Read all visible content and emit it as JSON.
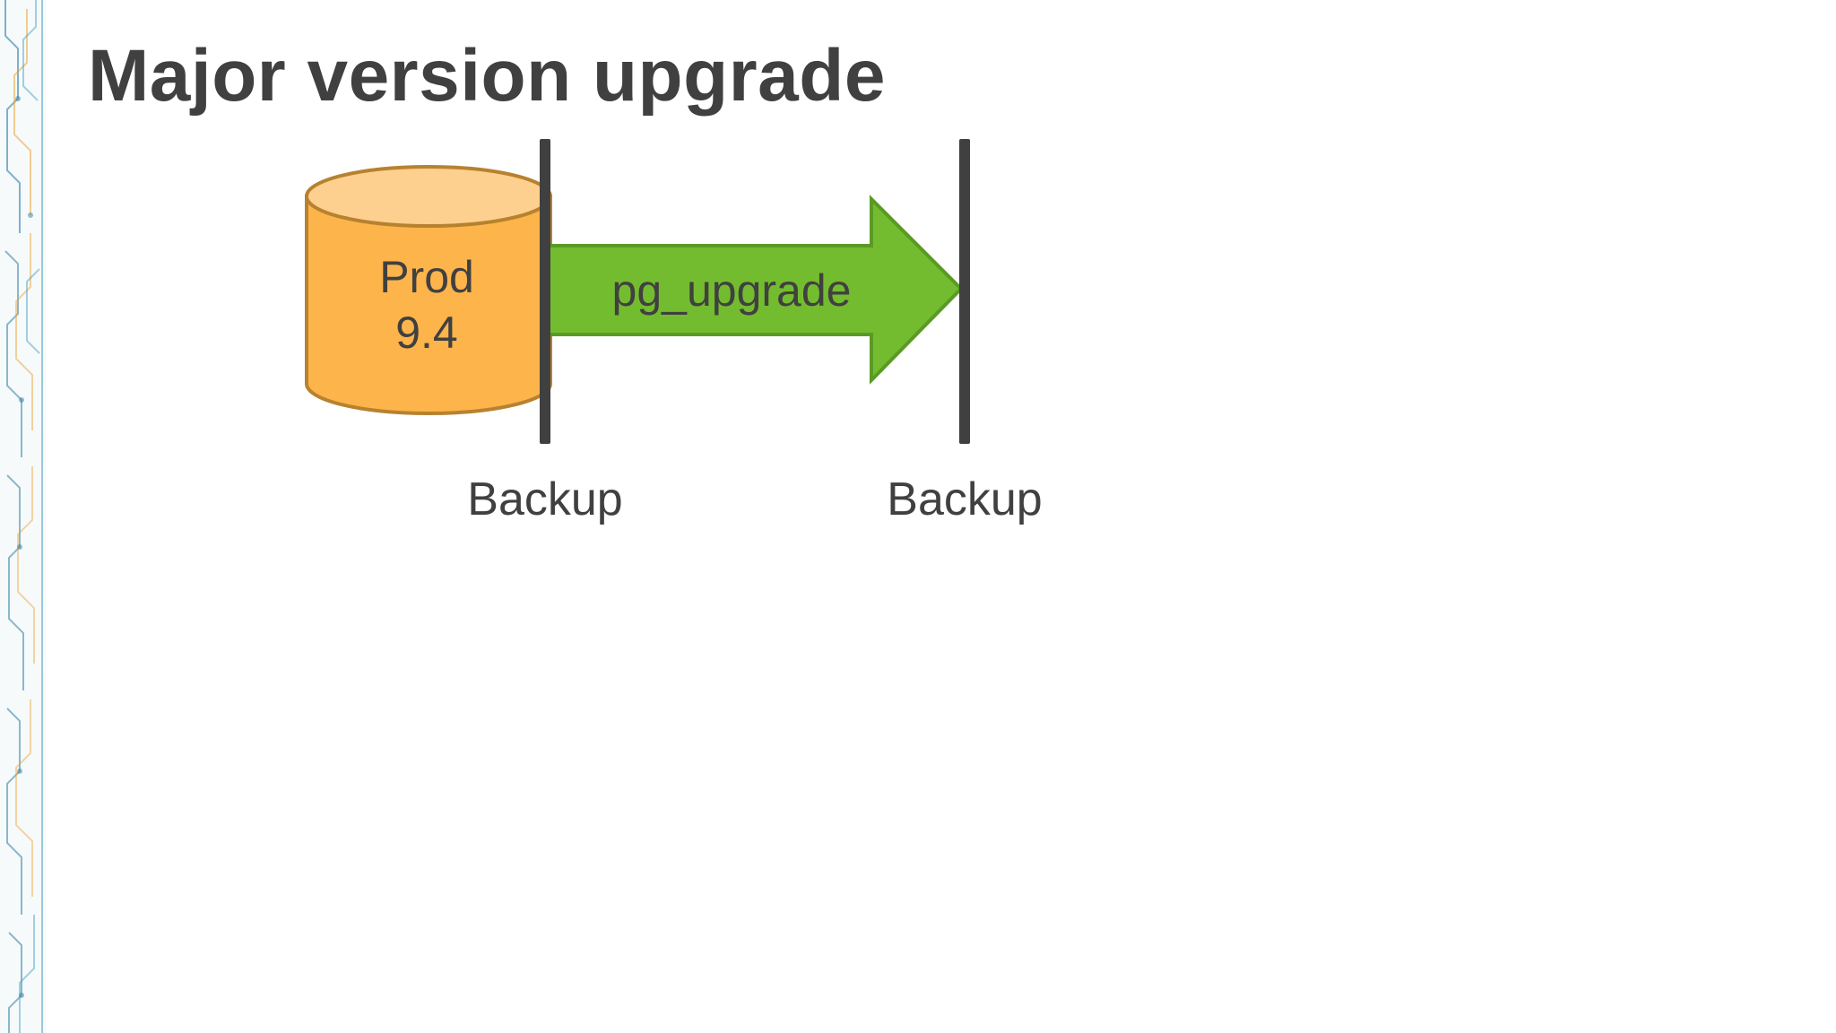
{
  "slide": {
    "title": "Major version upgrade"
  },
  "diagram": {
    "database": {
      "name_line1": "Prod",
      "name_line2": "9.4",
      "fill_color": "#FDB44B",
      "top_color": "#FED08F",
      "stroke_color": "#B7822F"
    },
    "arrow": {
      "label": "pg_upgrade",
      "fill_color": "#74BC2F",
      "stroke_color": "#5A9A24"
    },
    "checkpoints": [
      {
        "label": "Backup"
      },
      {
        "label": "Backup"
      }
    ],
    "divider_color": "#404040"
  }
}
